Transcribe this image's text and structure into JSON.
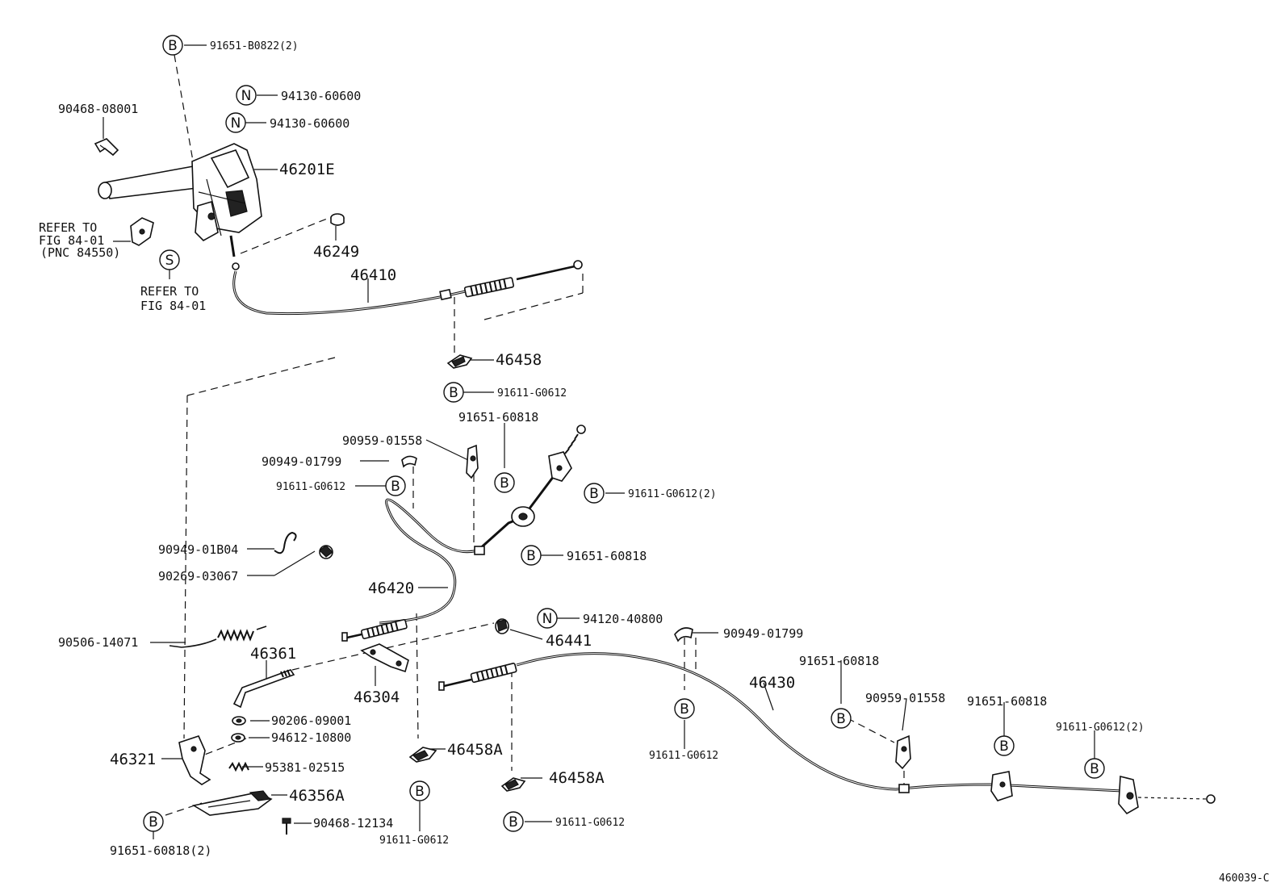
{
  "diagram_id": "460039-C",
  "refer_note_1": [
    "REFER TO",
    "FIG 84-01",
    "(PNC 84550)"
  ],
  "refer_note_2": [
    "REFER TO",
    "FIG 84-01"
  ],
  "badges": {
    "b": "B",
    "n": "N",
    "s": "S"
  },
  "labels": {
    "p91651_b0822": "91651-B0822(2)",
    "p94130_60600_a": "94130-60600",
    "p94130_60600_b": "94130-60600",
    "p90468_08001": "90468-08001",
    "p46201e": "46201E",
    "p46249": "46249",
    "p46410": "46410",
    "p46458": "46458",
    "p91611_g0612_a": "91611-G0612",
    "p91651_60818_a": "91651-60818",
    "p90959_01558_a": "90959-01558",
    "p90949_01799_a": "90949-01799",
    "p91611_g0612_b": "91611-G0612",
    "p91611_g0612_2a": "91611-G0612(2)",
    "p91651_60818_b": "91651-60818",
    "p90949_01b04": "90949-01B04",
    "p90269_03067": "90269-03067",
    "p46420": "46420",
    "p94120_40800": "94120-40800",
    "p46441": "46441",
    "p90949_01799_b": "90949-01799",
    "p90506_14071": "90506-14071",
    "p46361": "46361",
    "p46304": "46304",
    "p46430": "46430",
    "p91651_60818_c": "91651-60818",
    "p90959_01558_b": "90959-01558",
    "p91651_60818_d": "91651-60818",
    "p91611_g0612_2b": "91611-G0612(2)",
    "p90206_09001": "90206-09001",
    "p94612_10800": "94612-10800",
    "p46321": "46321",
    "p46458a_a": "46458A",
    "p46458a_b": "46458A",
    "p95381_02515": "95381-02515",
    "p46356a": "46356A",
    "p91611_g0612_c": "91611-G0612",
    "p91611_g0612_d": "91611-G0612",
    "p90468_12134": "90468-12134",
    "p91611_g0612_e": "91611-G0612",
    "p91651_60818_2": "91651-60818(2)"
  }
}
